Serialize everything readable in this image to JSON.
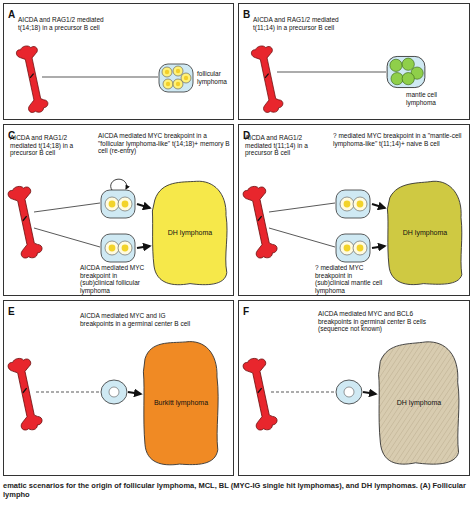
{
  "diagram": {
    "caption": "ematic scenarios for the origin of follicular lymphoma, MCL, BL (MYC-IG single hit lymphomas), and DH lymphomas. (A) Follicular lympho",
    "nodes": [
      {
        "text": [
          "A"
        ]
      },
      {
        "text": [
          "follicular lymphoma"
        ],
        "in": 0
      },
      {
        "text": [
          "B"
        ]
      },
      {
        "text": [
          "mantle cell lymphoma"
        ],
        "in": 2
      },
      {
        "text": [
          "C"
        ]
      },
      {
        "text": [
          "DH lymphoma"
        ],
        "in": 4
      },
      {
        "text": [
          "D"
        ]
      },
      {
        "text": [
          "DH lymphoma"
        ],
        "in": 6
      },
      {
        "text": [
          "E"
        ]
      },
      {
        "text": [
          "Burkitt lymphoma"
        ],
        "in": 8
      },
      {
        "text": [
          "F"
        ]
      },
      {
        "text": [
          "DH lymphoma"
        ],
        "in": 10
      }
    ],
    "labels": [
      "AICDA and RAG1/2 mediated t(14;18) in a precursor B cell",
      "AICDA and RAG1/2 mediated t(11;14) in a precursor B cell",
      "AICDA and RAG1/2 mediated t(14;18) in a precursor B cell",
      "AICDA mediated MYC breakpoint in a \"follicular lymphoma-like\" t(14;18)+ memory B cell (re-entry)",
      "AICDA mediated MYC breakpoint in (sub)clinical follicular lymphoma",
      "AICDA and RAG1/2 mediated t(11;14) in a precursor B cell",
      "? mediated MYC breakpoint in a \"mantle-cell lymphoma-like\" t(11;14)+ naive B cell",
      "? mediated MYC breakpoint in (sub)clinical mantle cell lymphoma",
      "AICDA mediated MYC and IG breakpoints in a germinal center B cell",
      "AICDA mediated MYC and BCL6 breakpoints in germinal center B cells (sequence not known)"
    ]
  }
}
